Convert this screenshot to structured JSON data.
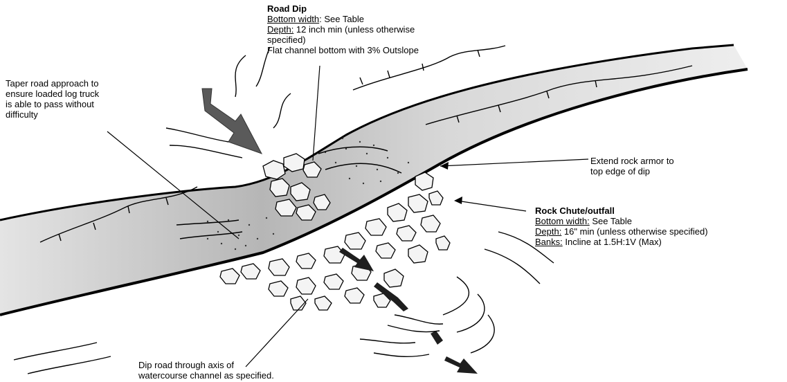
{
  "road_dip": {
    "title": "Road Dip",
    "bottom_width_label": "Bottom width",
    "bottom_width_value": ": See Table",
    "depth_label": "Depth:",
    "depth_value": " 12 inch min (unless otherwise",
    "depth_value_2": "specified)",
    "channel_note": "Flat channel bottom with 3% Outslope"
  },
  "taper_note": {
    "line1": "Taper road approach to",
    "line2": "ensure loaded log truck",
    "line3": "is able to pass without",
    "line4": "difficulty"
  },
  "extend_note": {
    "line1": "Extend rock armor to",
    "line2": "top edge of dip"
  },
  "rock_chute": {
    "title": "Rock Chute/outfall",
    "bottom_width_label": "Bottom width:",
    "bottom_width_value": " See Table",
    "depth_label": "Depth:",
    "depth_value": " 16\" min (unless otherwise specified)",
    "banks_label": "Banks:",
    "banks_value": " Incline at 1.5H:1V (Max)"
  },
  "dip_road_note": {
    "line1": "Dip road through axis of",
    "line2": "watercourse channel as specified."
  },
  "colors": {
    "ink": "#000000",
    "road_fill": "#cfcfcf",
    "rock_fill": "#f4f4f4",
    "arrow_fill": "#5a5a5a"
  }
}
